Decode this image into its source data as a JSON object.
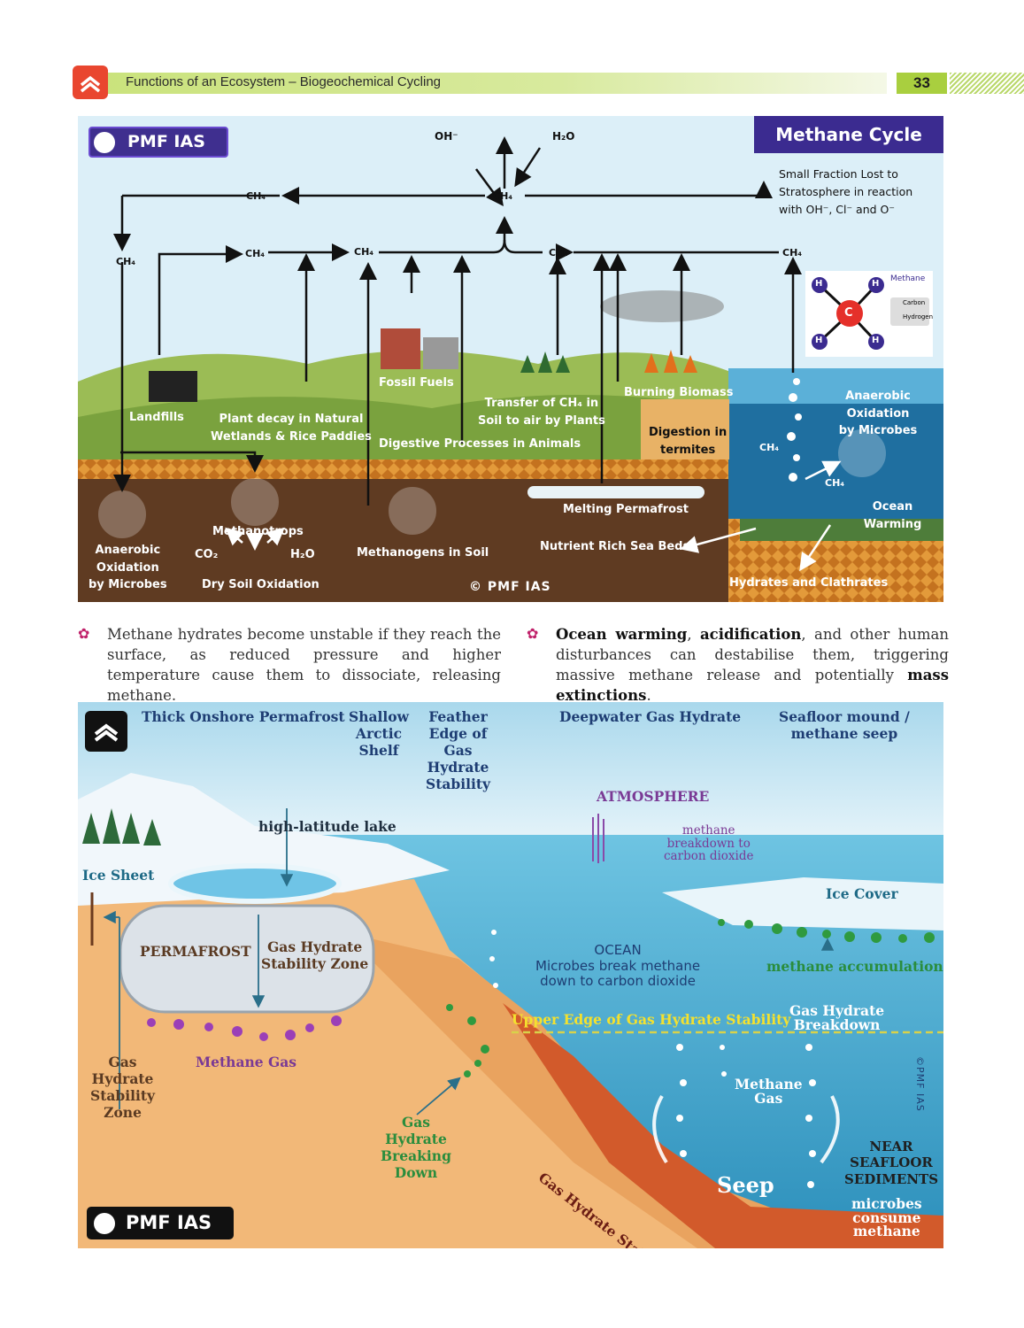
{
  "header": {
    "title": "Functions of an Ecosystem – Biogeochemical Cycling",
    "page": "33"
  },
  "diagram1": {
    "logo": "PMF IAS",
    "title": "Methane Cycle",
    "formula": "CH₄",
    "oh": "OH⁻",
    "h2o": "H₂O",
    "stratosphere_note": [
      "Small Fraction Lost to",
      "Stratosphere in reaction",
      "with OH⁻, Cl⁻ and O⁻"
    ],
    "molecule": {
      "name": "Methane",
      "carbon": "Carbon",
      "hydrogen": "Hydrogen",
      "c": "C",
      "h": "H"
    },
    "labels": {
      "landfills": "Landfills",
      "wetlands": [
        "Plant decay in Natural",
        "Wetlands & Rice Paddies"
      ],
      "fossil": "Fossil Fuels",
      "transfer": [
        "Transfer of  CH₄ in",
        "Soil to air by Plants"
      ],
      "digestive": "Digestive Processes in Animals",
      "burning": "Burning Biomass",
      "termites": [
        "Digestion in",
        "termites"
      ],
      "anaerobic_ocean": [
        "Anaerobic Oxidation",
        "by Microbes"
      ],
      "ocean_warming": "Ocean Warming",
      "melting": "Melting Permafrost",
      "nutrient": "Nutrient Rich Sea Beds",
      "hydrates": "Hydrates and Clathrates",
      "anaerobic_soil": [
        "Anaerobic",
        "Oxidation",
        "by Microbes"
      ],
      "methanotrops": "Methanotrops",
      "co2": "CO₂",
      "h2o_soil": "H₂O",
      "dry_soil": "Dry Soil Oxidation",
      "methanogens": "Methanogens in Soil",
      "copyright": "© PMF IAS"
    }
  },
  "bullets": [
    {
      "parts": [
        {
          "t": "Methane hydrates become unstable if they reach the surface, as reduced pressure and higher temperature cause them to dissociate, releasing methane.",
          "b": false
        }
      ]
    },
    {
      "parts": [
        {
          "t": "Ocean warming",
          "b": true
        },
        {
          "t": ", ",
          "b": false
        },
        {
          "t": "acidification",
          "b": true
        },
        {
          "t": ", and other human disturbances can destabilise them, triggering massive methane release and potentially ",
          "b": false
        },
        {
          "t": "mass extinctions",
          "b": true
        },
        {
          "t": ".",
          "b": false
        }
      ]
    }
  ],
  "diagram2": {
    "top": {
      "permafrost": "Thick Onshore Permafrost",
      "shelf": [
        "Shallow",
        "Arctic",
        "Shelf"
      ],
      "feather": [
        "Feather",
        "Edge of",
        "Gas",
        "Hydrate",
        "Stability"
      ],
      "deepwater": "Deepwater Gas Hydrate",
      "seafloor": [
        "Seafloor mound /",
        "methane seep"
      ]
    },
    "atmosphere": "ATMOSPHERE",
    "breakdown": [
      "methane",
      "breakdown to",
      "carbon dioxide"
    ],
    "lake": "high-latitude lake",
    "ice_sheet": "Ice Sheet",
    "ice_cover": "Ice Cover",
    "permafrost": "PERMAFROST",
    "ghsz": [
      "Gas Hydrate",
      "Stability Zone"
    ],
    "ocean": [
      "OCEAN",
      "Microbes break methane",
      "down to carbon dioxide"
    ],
    "accumulation": "methane accumulation",
    "upper_edge": "Upper Edge of Gas Hydrate Stability",
    "ghb": [
      "Gas Hydrate",
      "Breakdown"
    ],
    "ghsz_left": [
      "Gas",
      "Hydrate",
      "Stability",
      "Zone"
    ],
    "methane_gas": "Methane Gas",
    "breaking": [
      "Gas",
      "Hydrate",
      "Breaking",
      "Down"
    ],
    "slope_label": "Gas Hydrate Stability Zone",
    "methane_gas2": [
      "Methane",
      "Gas"
    ],
    "near": [
      "NEAR",
      "SEAFLOOR",
      "SEDIMENTS"
    ],
    "seep": "Seep",
    "microbes": [
      "microbes",
      "consume",
      "methane"
    ],
    "copyright": "©PMF IAS",
    "logo": "PMF IAS"
  }
}
